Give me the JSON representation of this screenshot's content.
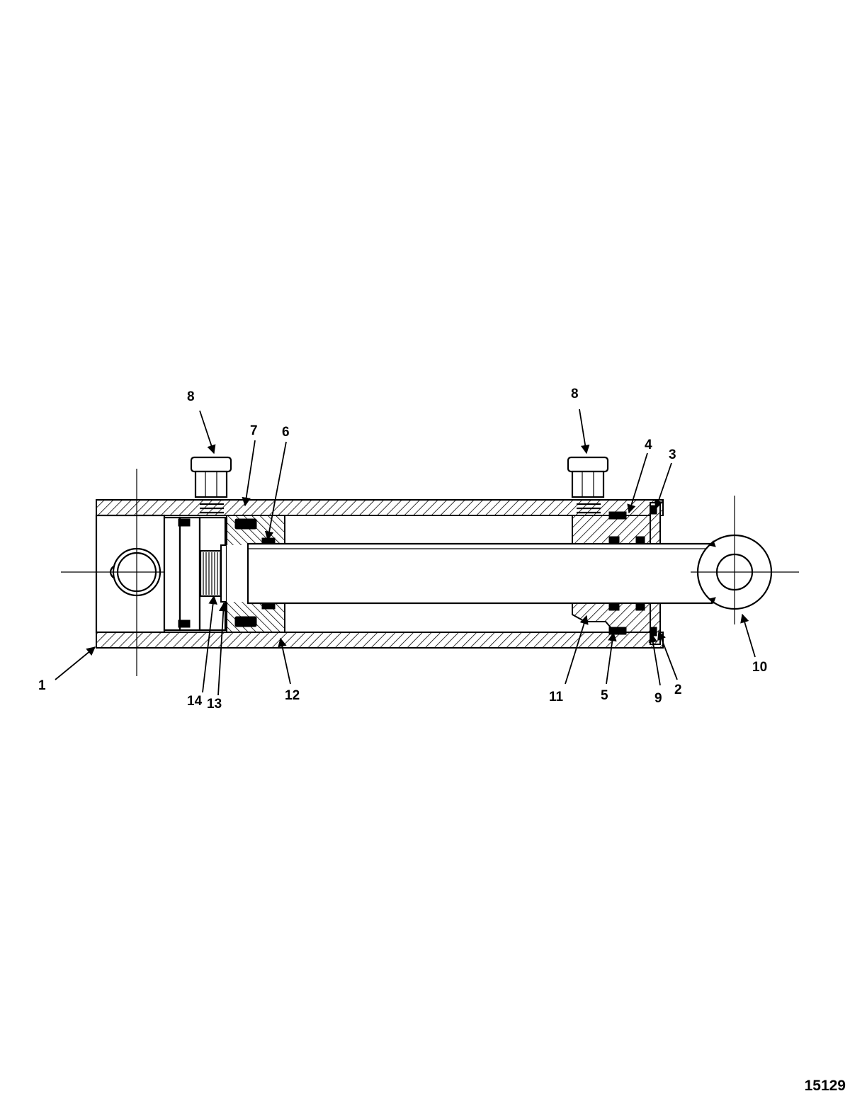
{
  "figure_number": "15129",
  "callouts": [
    {
      "id": "1",
      "label": "1"
    },
    {
      "id": "2",
      "label": "2"
    },
    {
      "id": "3",
      "label": "3"
    },
    {
      "id": "4",
      "label": "4"
    },
    {
      "id": "5",
      "label": "5"
    },
    {
      "id": "6",
      "label": "6"
    },
    {
      "id": "7",
      "label": "7"
    },
    {
      "id": "8a",
      "label": "8"
    },
    {
      "id": "8b",
      "label": "8"
    },
    {
      "id": "9",
      "label": "9"
    },
    {
      "id": "10",
      "label": "10"
    },
    {
      "id": "11",
      "label": "11"
    },
    {
      "id": "12",
      "label": "12"
    },
    {
      "id": "13",
      "label": "13"
    },
    {
      "id": "14",
      "label": "14"
    }
  ]
}
